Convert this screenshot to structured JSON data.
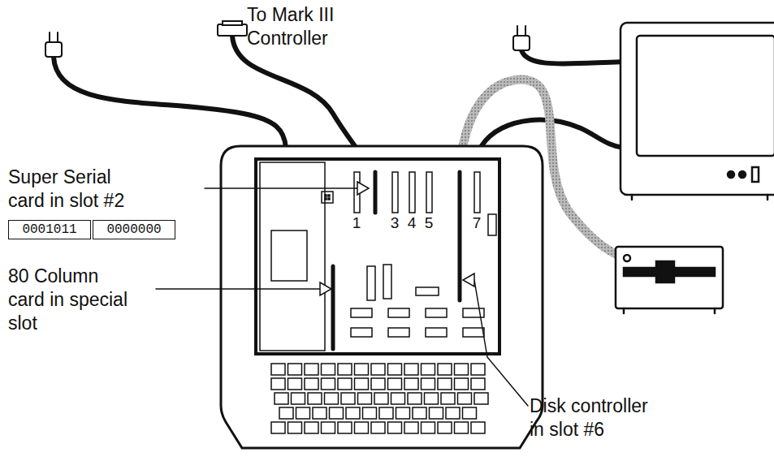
{
  "diagram": {
    "nodes": [
      {
        "text": [
          "0001011"
        ]
      },
      {
        "text": [
          "0000000"
        ]
      }
    ],
    "labels": [
      "To Mark III Controller",
      "Super Serial card in slot #2",
      "80 Column card in special slot",
      "Disk controller in slot #6",
      "1",
      "3",
      "4",
      "5",
      "7"
    ]
  }
}
